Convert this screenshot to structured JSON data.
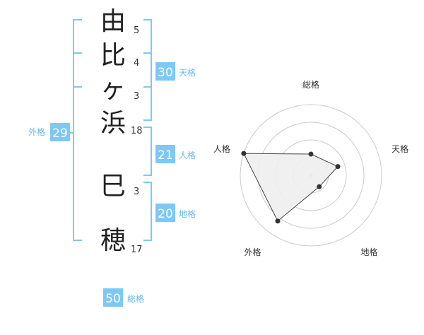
{
  "name_chars": [
    {
      "char": "由",
      "strokes": "5"
    },
    {
      "char": "比",
      "strokes": "4"
    },
    {
      "char": "ヶ",
      "strokes": "3"
    },
    {
      "char": "浜",
      "strokes": "18"
    },
    {
      "char": "巳",
      "strokes": "3"
    },
    {
      "char": "穂",
      "strokes": "17"
    }
  ],
  "kaku": {
    "tenkaku": {
      "value": "30",
      "label": "天格"
    },
    "jinkaku": {
      "value": "21",
      "label": "人格"
    },
    "chikaku": {
      "value": "20",
      "label": "地格"
    },
    "gaikaku": {
      "value": "29",
      "label": "外格"
    },
    "soukaku": {
      "value": "50",
      "label": "総格"
    }
  },
  "colors": {
    "accent": "#7ec8f5",
    "accent_text": "#66b8ea",
    "ink": "#222222",
    "grid": "#cccccc"
  },
  "chart_data": {
    "type": "radar",
    "axes": [
      "総格",
      "天格",
      "地格",
      "外格",
      "人格"
    ],
    "values": [
      0.3,
      0.4,
      0.2,
      0.8,
      1.0
    ],
    "max": 1.0,
    "rings": 4,
    "point_color": "#333333",
    "fill_color": "#eeeeee"
  }
}
